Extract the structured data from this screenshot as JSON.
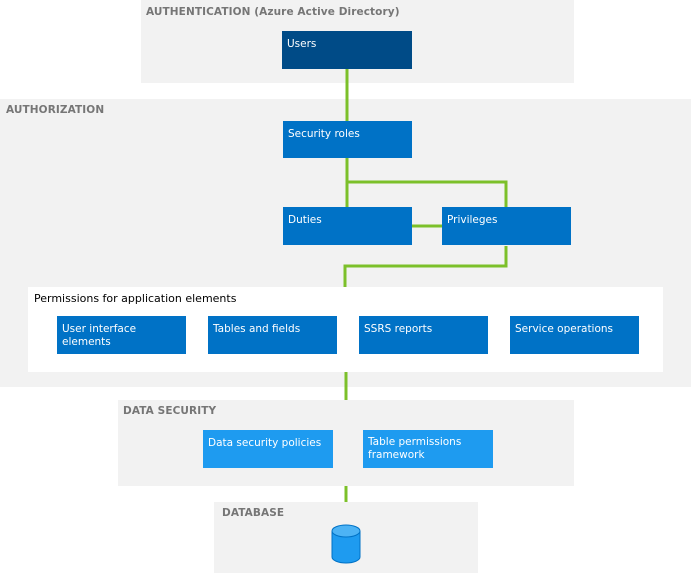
{
  "authentication": {
    "title": "AUTHENTICATION (Azure Active Directory)",
    "users": "Users"
  },
  "authorization": {
    "title": "AUTHORIZATION",
    "security_roles": "Security roles",
    "duties": "Duties",
    "privileges": "Privileges",
    "permissions": {
      "title": "Permissions for application elements",
      "items": [
        "User interface elements",
        "Tables and fields",
        "SSRS reports",
        "Service operations"
      ]
    }
  },
  "data_security": {
    "title": "DATA SECURITY",
    "policies": "Data security policies",
    "table_permissions": "Table permissions framework"
  },
  "database": {
    "title": "DATABASE",
    "icon": "database-icon"
  },
  "colors": {
    "panel": "#f2f2f2",
    "box": "#0072c6",
    "box_dark": "#004b87",
    "box_light": "#1e9bf0",
    "connector": "#7cc02a"
  }
}
